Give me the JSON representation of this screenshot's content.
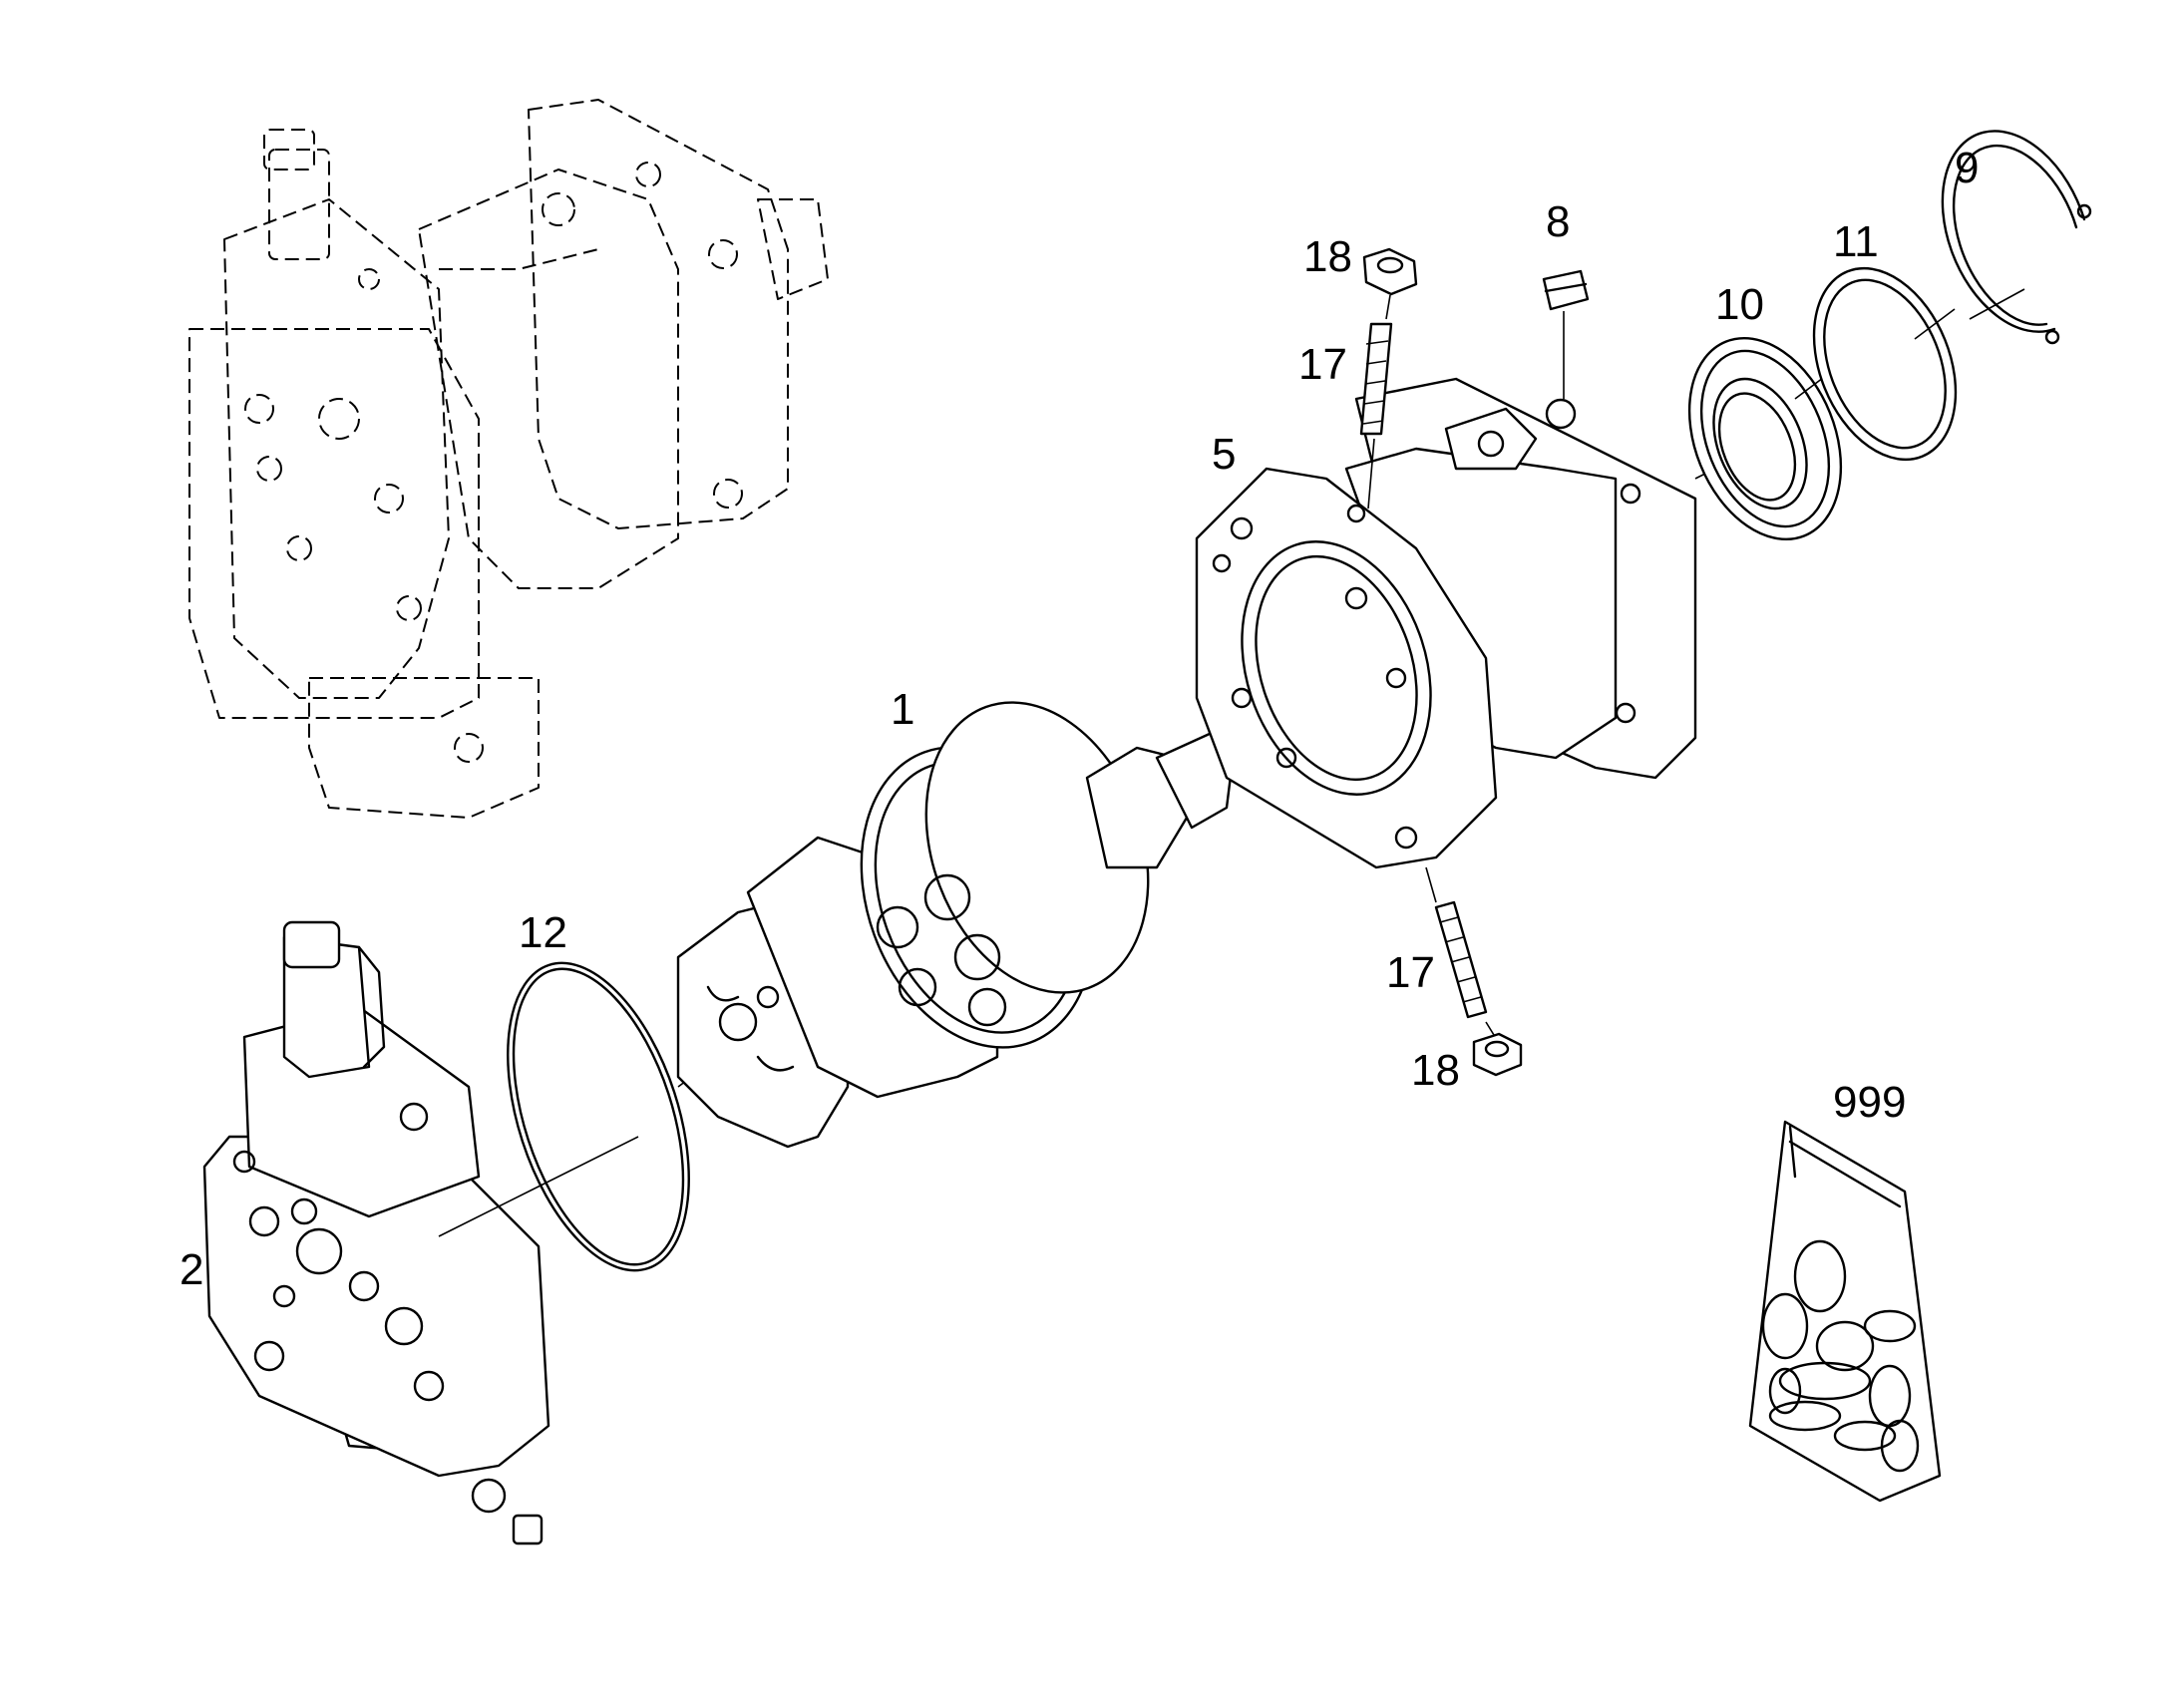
{
  "diagram": {
    "callouts": {
      "c1": "1",
      "c2": "2",
      "c5": "5",
      "c8": "8",
      "c9": "9",
      "c10": "10",
      "c11": "11",
      "c12": "12",
      "c17a": "17",
      "c17b": "17",
      "c18a": "18",
      "c18b": "18",
      "c999": "999"
    }
  }
}
